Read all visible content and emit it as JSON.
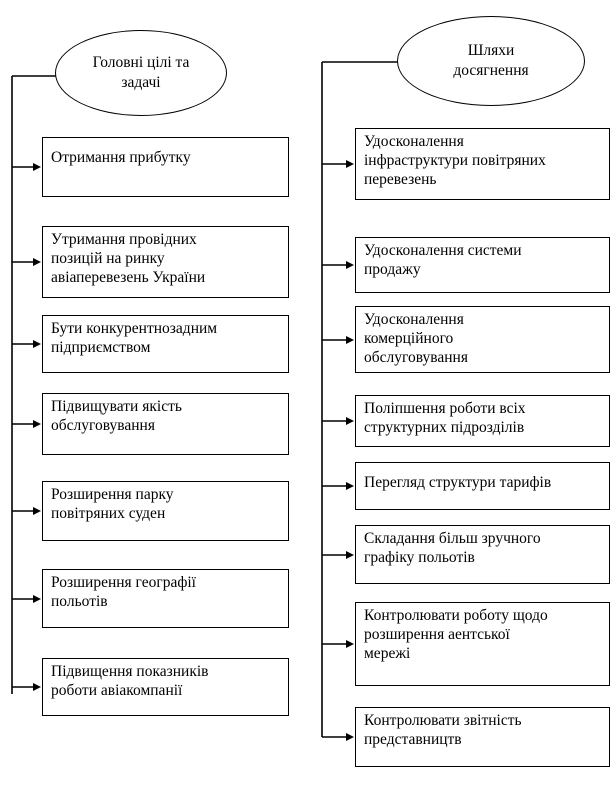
{
  "goals": {
    "header": [
      "Головні цілі та",
      "задачі"
    ],
    "items": [
      {
        "lines": [
          "Отримання прибутку"
        ]
      },
      {
        "lines": [
          "Утримання провідних",
          "позицій на ринку",
          "авіаперевезень України"
        ]
      },
      {
        "lines": [
          "Бути конкурентнозадним",
          "підприємством"
        ]
      },
      {
        "lines": [
          "Підвищувати якість",
          "обслуговування"
        ]
      },
      {
        "lines": [
          "Розширення парку",
          "повітряних суден"
        ]
      },
      {
        "lines": [
          "Розширення географії",
          "польотів"
        ]
      },
      {
        "lines": [
          "Підвищення показників",
          "роботи авіакомпанії"
        ]
      }
    ]
  },
  "ways": {
    "header": [
      "Шляхи",
      "досягнення"
    ],
    "items": [
      {
        "lines": [
          "Удосконалення",
          "інфраструктури повітряних",
          "перевезень"
        ]
      },
      {
        "lines": [
          "Удосконалення системи",
          "продажу"
        ]
      },
      {
        "lines": [
          "Удосконалення",
          "комерційного",
          "обслуговування"
        ]
      },
      {
        "lines": [
          "Поліпшення роботи всіх",
          "структурних підрозділів"
        ]
      },
      {
        "lines": [
          "Перегляд структури тарифів"
        ]
      },
      {
        "lines": [
          "Складання більш зручного",
          "графіку польотів"
        ]
      },
      {
        "lines": [
          "Контролювати роботу щодо",
          "розширення аентської",
          "мережі"
        ]
      },
      {
        "lines": [
          "Контролювати звітність",
          "представництв"
        ]
      }
    ]
  }
}
